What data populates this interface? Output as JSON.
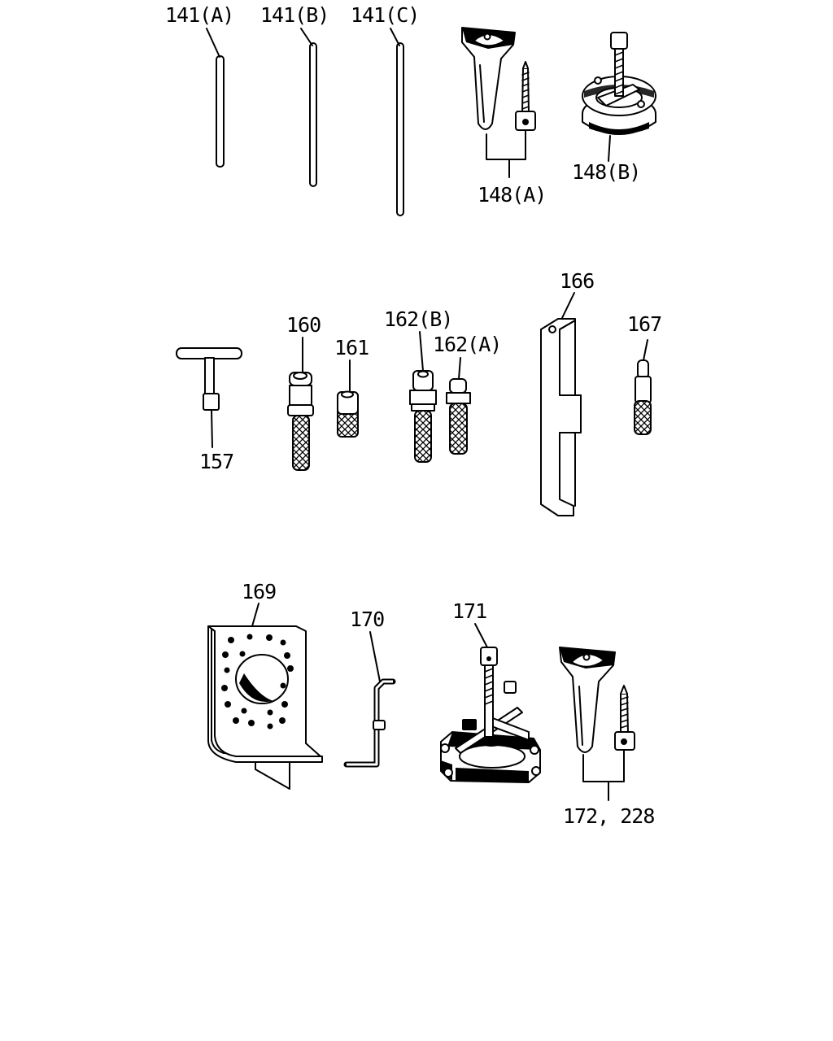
{
  "labels": {
    "p141a": "141(A)",
    "p141b": "141(B)",
    "p141c": "141(C)",
    "p148a": "148(A)",
    "p148b": "148(B)",
    "p157": "157",
    "p160": "160",
    "p161": "161",
    "p162b": "162(B)",
    "p162a": "162(A)",
    "p166": "166",
    "p167": "167",
    "p169": "169",
    "p170": "170",
    "p171": "171",
    "p172": "172, 228"
  }
}
